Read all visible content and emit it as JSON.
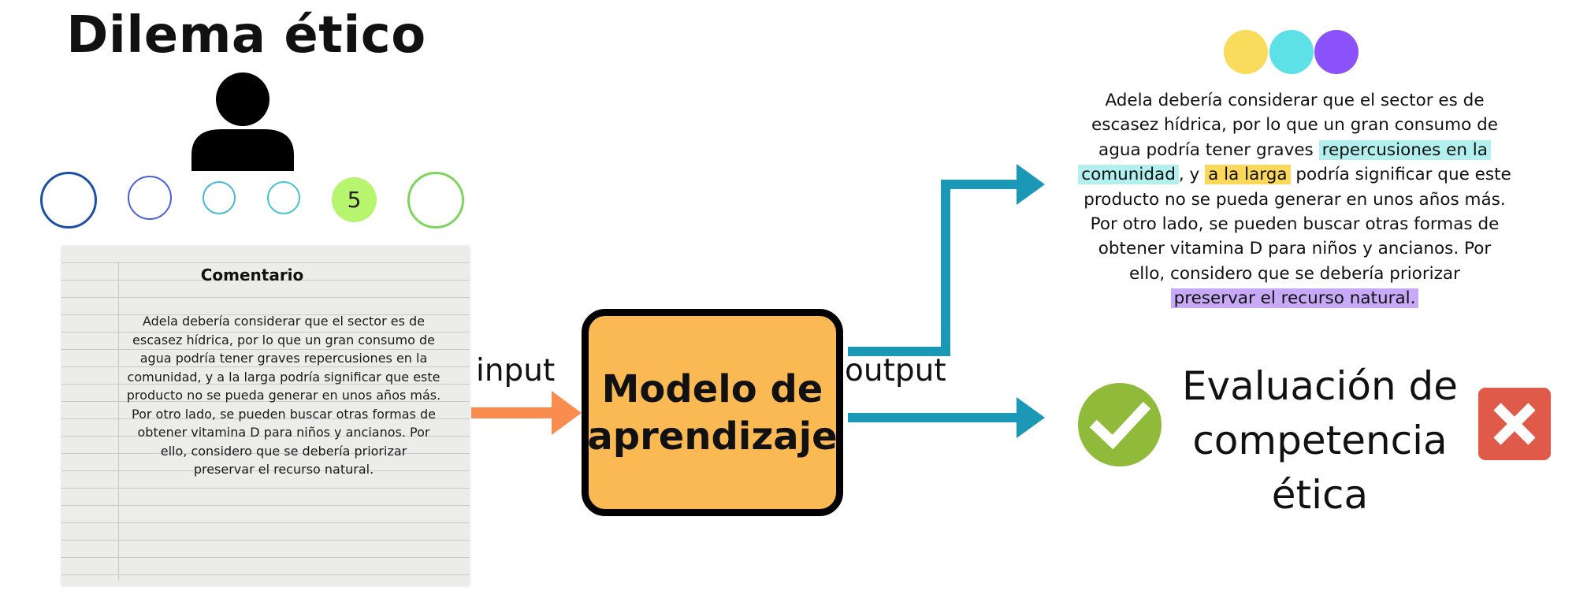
{
  "title": "Dilema ético",
  "icons": {
    "person": "person-icon",
    "check": "check-circle-icon",
    "cross": "close-square-icon"
  },
  "scale": {
    "selected_value": "5"
  },
  "comment": {
    "title": "Comentario",
    "lines": [
      "Adela debería considerar que el sector es de",
      "escasez hídrica, por lo que un gran consumo de",
      "agua podría tener graves repercusiones en la",
      "comunidad, y a la larga podría significar que este",
      "producto no se pueda generar en unos años más.",
      "Por otro lado, se pueden buscar otras formas de",
      "obtener vitamina D para niños y ancianos. Por",
      "ello, considero que se debería priorizar",
      "preservar el recurso natural."
    ]
  },
  "labels": {
    "input": "input",
    "output": "output"
  },
  "model": {
    "line1": "Modelo de",
    "line2": "aprendizaje"
  },
  "output_text": {
    "segments": [
      "Adela debería considerar que el sector es de",
      "escasez hídrica, por lo que un gran consumo de",
      "agua podría tener graves ",
      "repercusiones en la",
      "comunidad",
      ", y ",
      "a la larga",
      " podría significar que este",
      "producto no se pueda generar en unos años más.",
      "Por otro lado, se pueden buscar otras formas de",
      "obtener vitamina D para niños y ancianos. Por",
      "ello, considero que se debería priorizar",
      "preservar el recurso natural."
    ]
  },
  "evaluation": {
    "line1": "Evaluación de",
    "line2": "competencia",
    "line3": "ética"
  },
  "colors": {
    "arrow_input": "#f98d4f",
    "arrow_output": "#1a98b5",
    "model_fill": "#fbb954",
    "dot_yellow": "#f9dc5c",
    "dot_cyan": "#5de1e6",
    "dot_purple": "#8b52fb",
    "check_green": "#8fba3a",
    "cross_red": "#e05a4a"
  }
}
